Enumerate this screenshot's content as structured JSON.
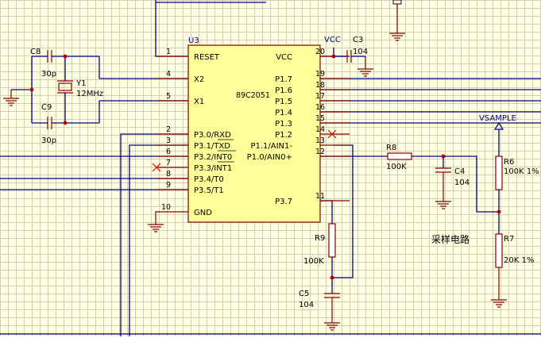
{
  "u3": {
    "ref": "U3",
    "part": "89C2051",
    "pins": [
      {
        "num": "1",
        "name": "RESET"
      },
      {
        "num": "4",
        "name": "X2"
      },
      {
        "num": "5",
        "name": "X1"
      },
      {
        "num": "2",
        "name": "P3.0/RXD"
      },
      {
        "num": "3",
        "name": "P3.1/TXD"
      },
      {
        "num": "6",
        "name": "P3.2/INT0"
      },
      {
        "num": "7",
        "name": "P3.3/INT1"
      },
      {
        "num": "8",
        "name": "P3.4/T0"
      },
      {
        "num": "9",
        "name": "P3.5/T1"
      },
      {
        "num": "10",
        "name": "GND"
      },
      {
        "num": "20",
        "name": "VCC"
      },
      {
        "num": "19",
        "name": "P1.7"
      },
      {
        "num": "18",
        "name": "P1.6"
      },
      {
        "num": "17",
        "name": "P1.5"
      },
      {
        "num": "16",
        "name": "P1.4"
      },
      {
        "num": "15",
        "name": "P1.3"
      },
      {
        "num": "14",
        "name": "P1.2"
      },
      {
        "num": "13",
        "name": "P1.1/AIN1-"
      },
      {
        "num": "12",
        "name": "P1.0/AIN0+"
      },
      {
        "num": "11",
        "name": "P3.7"
      }
    ]
  },
  "components": {
    "c8": {
      "ref": "C8",
      "value": "30p"
    },
    "c9": {
      "ref": "C9",
      "value": "30p"
    },
    "y1": {
      "ref": "Y1",
      "value": "12MHz"
    },
    "c3": {
      "ref": "C3",
      "value": "104"
    },
    "c4": {
      "ref": "C4",
      "value": "104"
    },
    "c5": {
      "ref": "C5",
      "value": "104"
    },
    "r6": {
      "ref": "R6",
      "value": "100K 1%"
    },
    "r7": {
      "ref": "R7",
      "value": "20K 1%"
    },
    "r8": {
      "ref": "R8",
      "value": "100K"
    },
    "r9": {
      "ref": "R9",
      "value": "100K"
    }
  },
  "nets": {
    "vcc": "VCC",
    "vsample": "VSAMPLE"
  },
  "notes": {
    "sampling_circuit": "采样电路"
  }
}
